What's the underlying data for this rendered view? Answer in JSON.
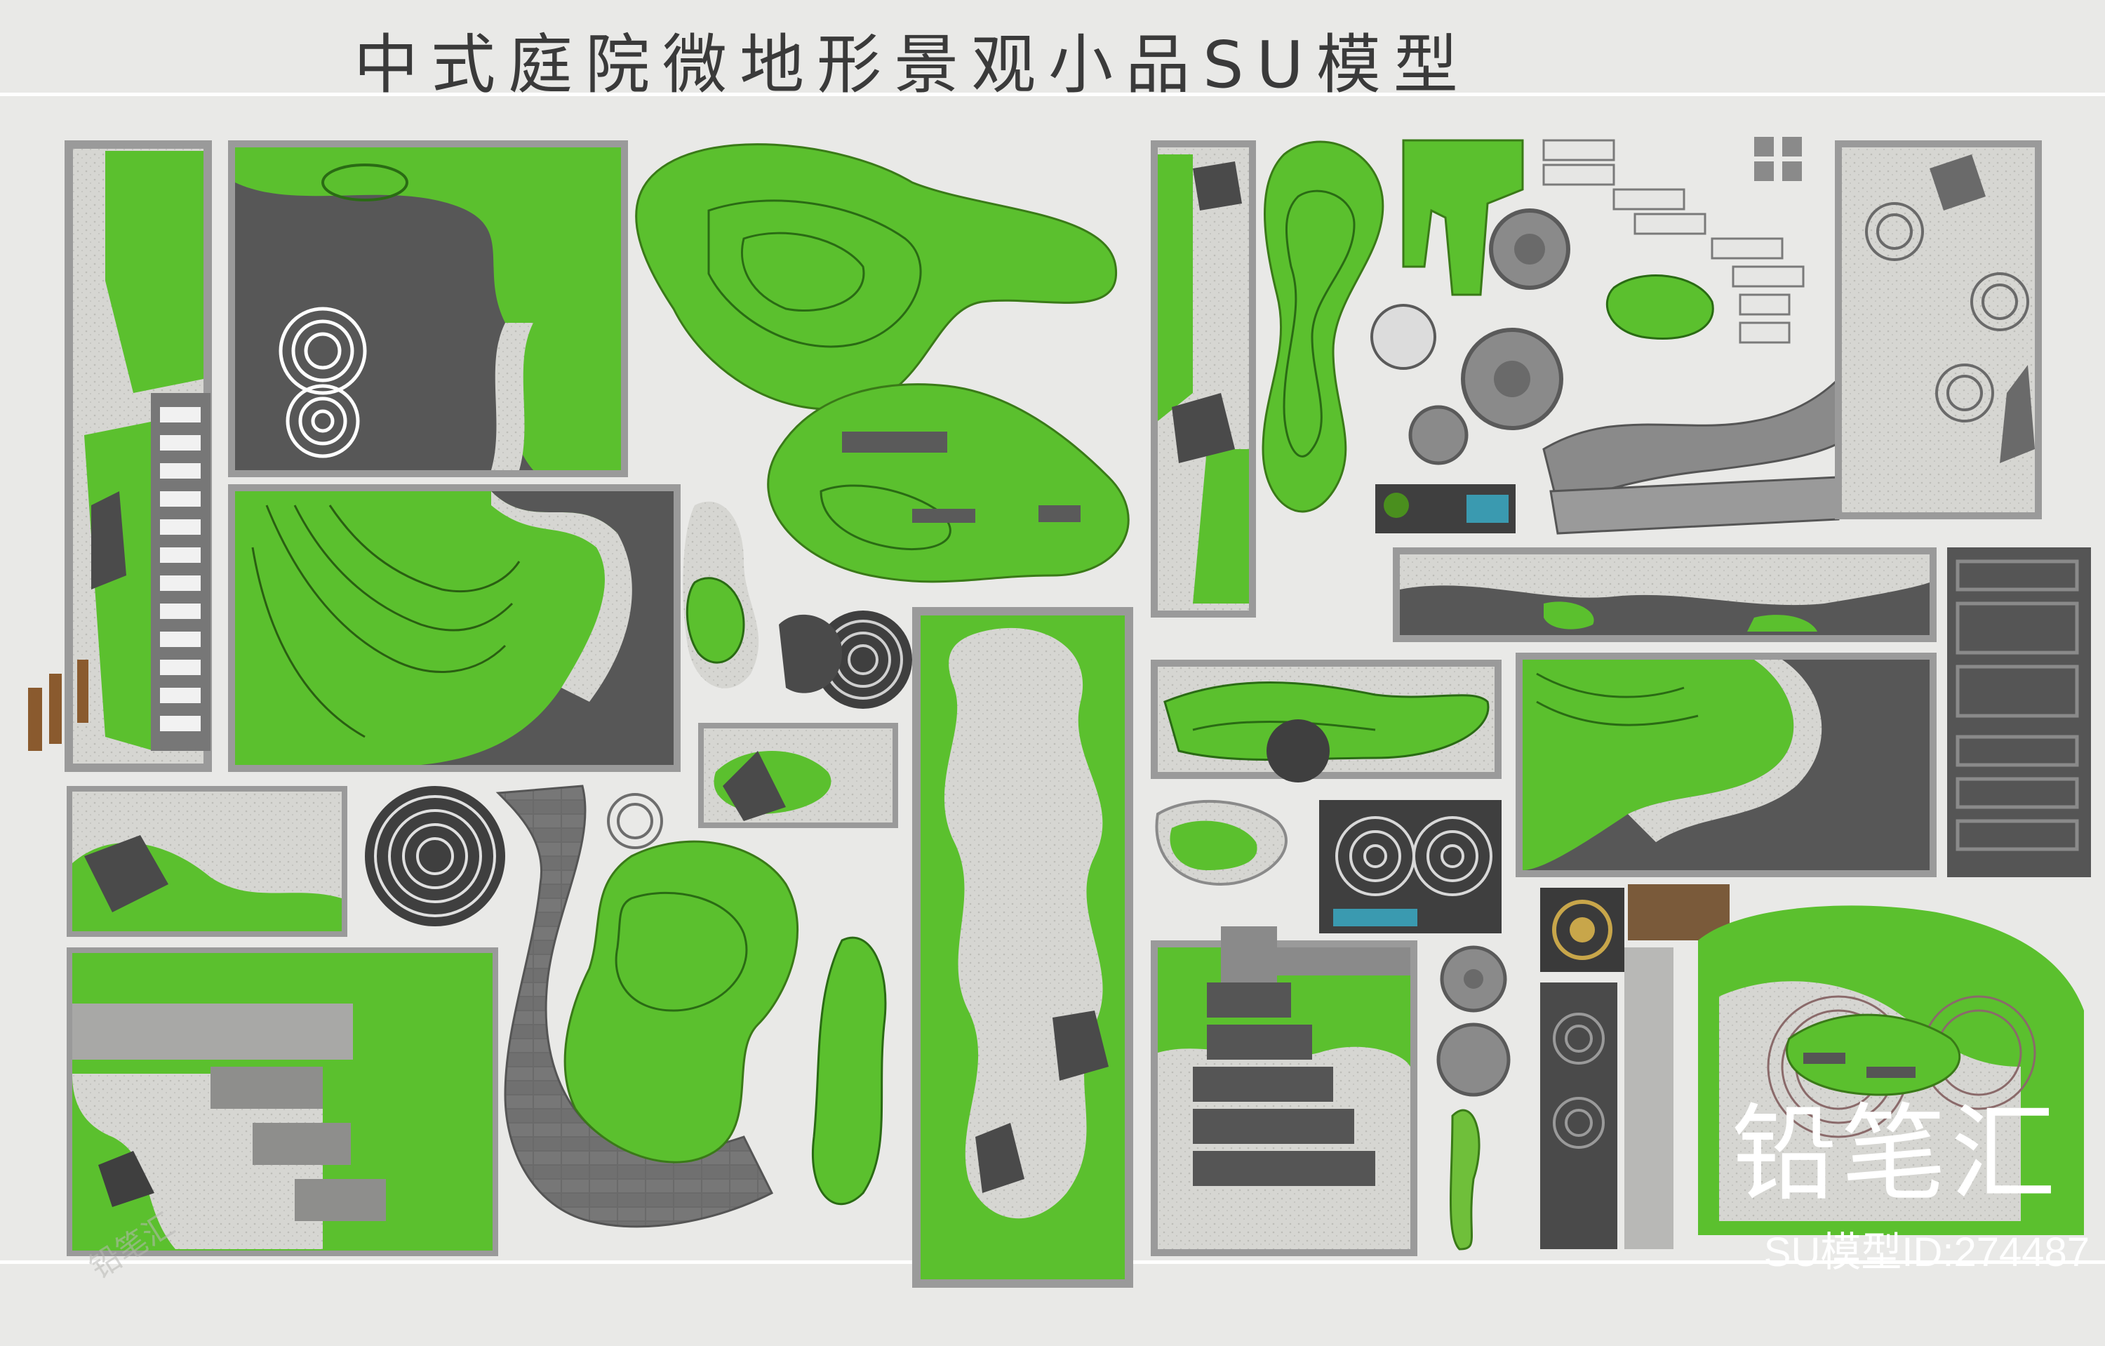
{
  "title": "中式庭院微地形景观小品SU模型",
  "brand": "铅笔汇",
  "model_id": "SU模型ID:274487",
  "watermark": "铅笔汇",
  "colors": {
    "background": "#e9e9e7",
    "grass": "#5bc02e",
    "grass_dark": "#3f8f1e",
    "gravel": "#d8d8d4",
    "paving": "#6d6d6d",
    "stone": "#555555",
    "frame": "#8f8f8f"
  }
}
